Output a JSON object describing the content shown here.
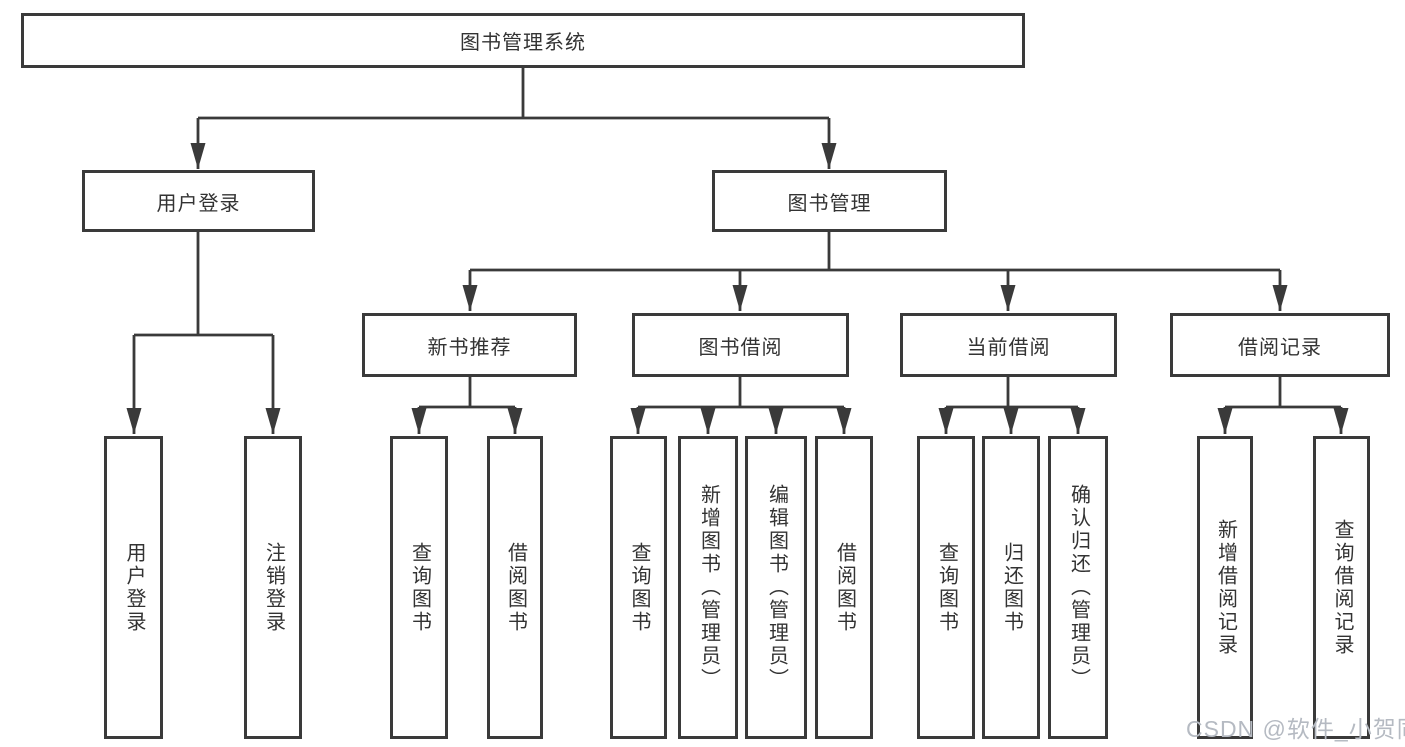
{
  "diagram": {
    "type": "hierarchy-tree",
    "root": {
      "label": "图书管理系统",
      "children": [
        {
          "label": "用户登录",
          "children": [
            {
              "label": "用户登录"
            },
            {
              "label": "注销登录"
            }
          ]
        },
        {
          "label": "图书管理",
          "children": [
            {
              "label": "新书推荐",
              "children": [
                {
                  "label": "查询图书"
                },
                {
                  "label": "借阅图书"
                }
              ]
            },
            {
              "label": "图书借阅",
              "children": [
                {
                  "label": "查询图书"
                },
                {
                  "label": "新增图书（管理员）"
                },
                {
                  "label": "编辑图书（管理员）"
                },
                {
                  "label": "借阅图书"
                }
              ]
            },
            {
              "label": "当前借阅",
              "children": [
                {
                  "label": "查询图书"
                },
                {
                  "label": "归还图书"
                },
                {
                  "label": "确认归还（管理员）"
                }
              ]
            },
            {
              "label": "借阅记录",
              "children": [
                {
                  "label": "新增借阅记录"
                },
                {
                  "label": "查询借阅记录"
                }
              ]
            }
          ]
        }
      ]
    }
  },
  "watermark": {
    "text": "CSDN @软件_小贺同学"
  },
  "colors": {
    "line": "#3a3a3a",
    "box_border": "#3a3a3a",
    "text": "#333333",
    "watermark": "#b5bac2",
    "background": "#ffffff"
  }
}
